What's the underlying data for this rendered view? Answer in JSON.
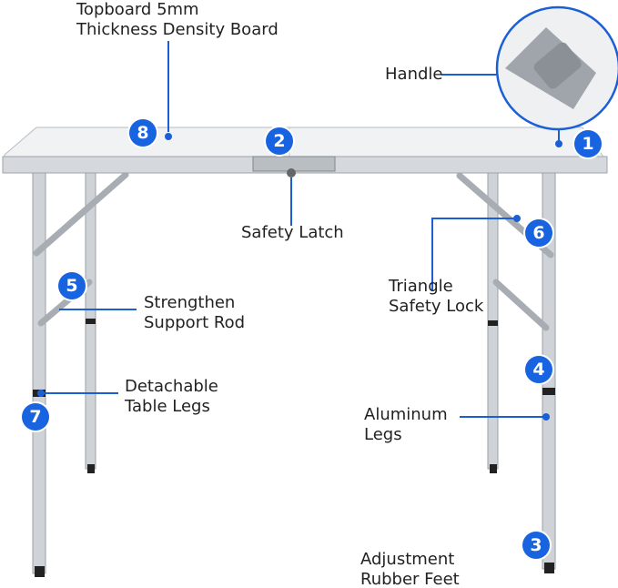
{
  "colors": {
    "accent": "#1763e0",
    "line": "#1a5fd6",
    "metal": "#c8ccd0",
    "top": "#f4f5f6"
  },
  "labels": {
    "topboard": [
      "Topboard 5mm",
      "Thickness Density Board"
    ],
    "handle": "Handle",
    "safety_latch": "Safety Latch",
    "triangle_lock": [
      "Triangle",
      "Safety Lock"
    ],
    "support_rod": [
      "Strengthen",
      "Support Rod"
    ],
    "detachable_legs": [
      "Detachable",
      "Table Legs"
    ],
    "aluminum_legs": [
      "Aluminum",
      "Legs"
    ],
    "rubber_feet": [
      "Adjustment",
      "Rubber Feet"
    ]
  },
  "badges": {
    "b1": "1",
    "b2": "2",
    "b3": "3",
    "b4": "4",
    "b5": "5",
    "b6": "6",
    "b7": "7",
    "b8": "8"
  }
}
